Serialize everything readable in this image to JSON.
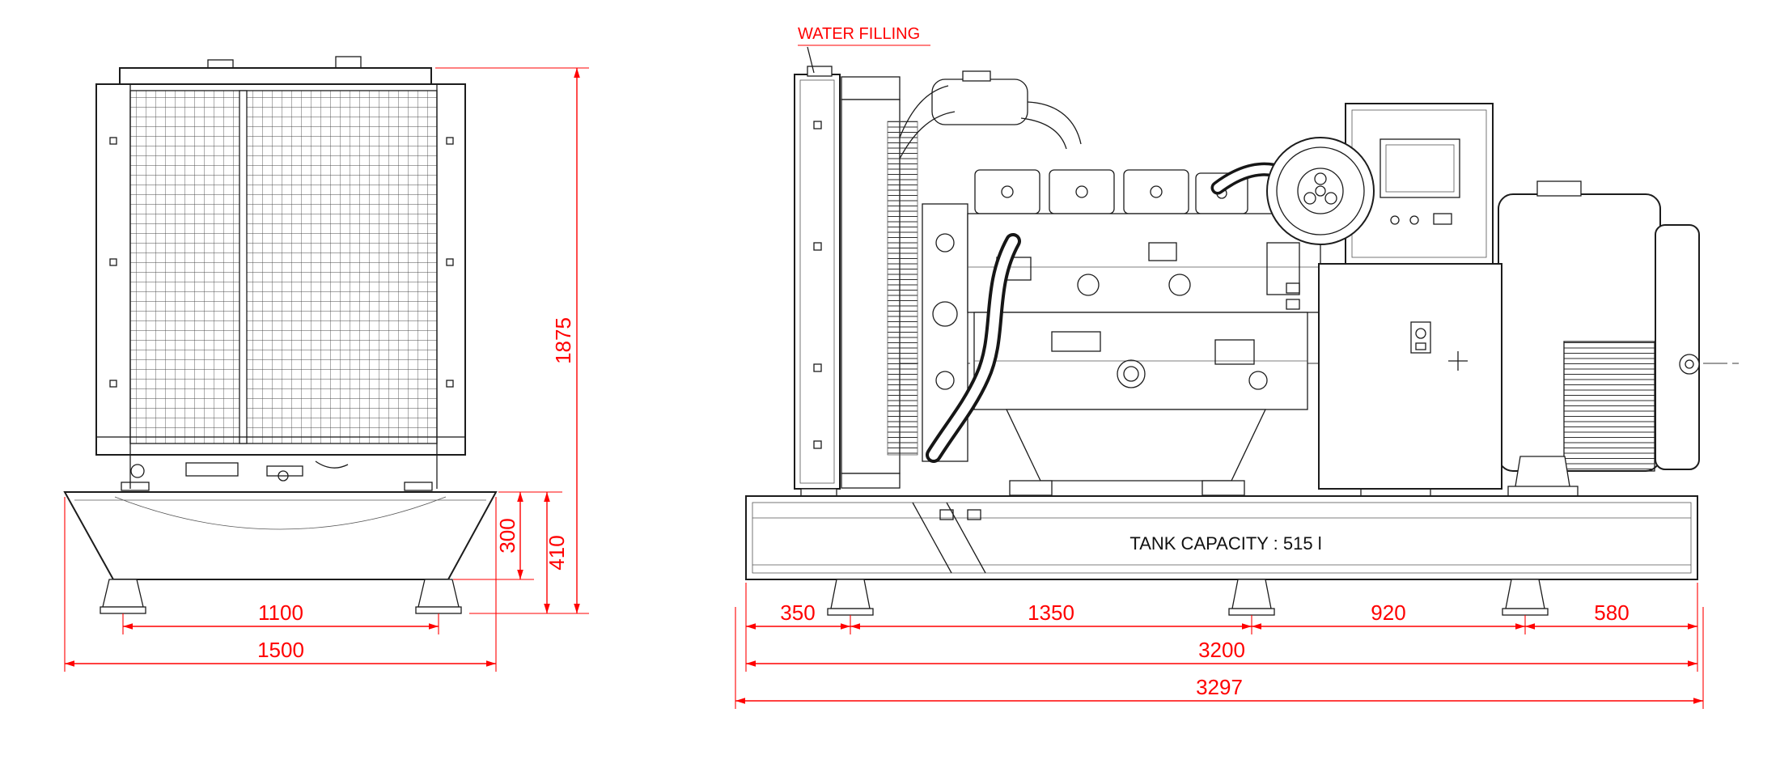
{
  "colors": {
    "dimension_red": "#ff0000",
    "line_black": "#1c1c1c",
    "background": "#ffffff"
  },
  "annotations": {
    "water_filling": "WATER FILLING",
    "tank_capacity": "TANK CAPACITY : 515 l"
  },
  "front_view": {
    "title": "generator-front-view",
    "dimensions": {
      "overall_height": "1875",
      "tank_height": "300",
      "base_height": "410",
      "foot_spacing": "1100",
      "overall_width": "1500"
    }
  },
  "side_view": {
    "title": "generator-side-view",
    "dimensions": {
      "front_overhang": "350",
      "span_front": "1350",
      "span_rear": "920",
      "rear_overhang": "580",
      "frame_length": "3200",
      "overall_length": "3297"
    }
  }
}
